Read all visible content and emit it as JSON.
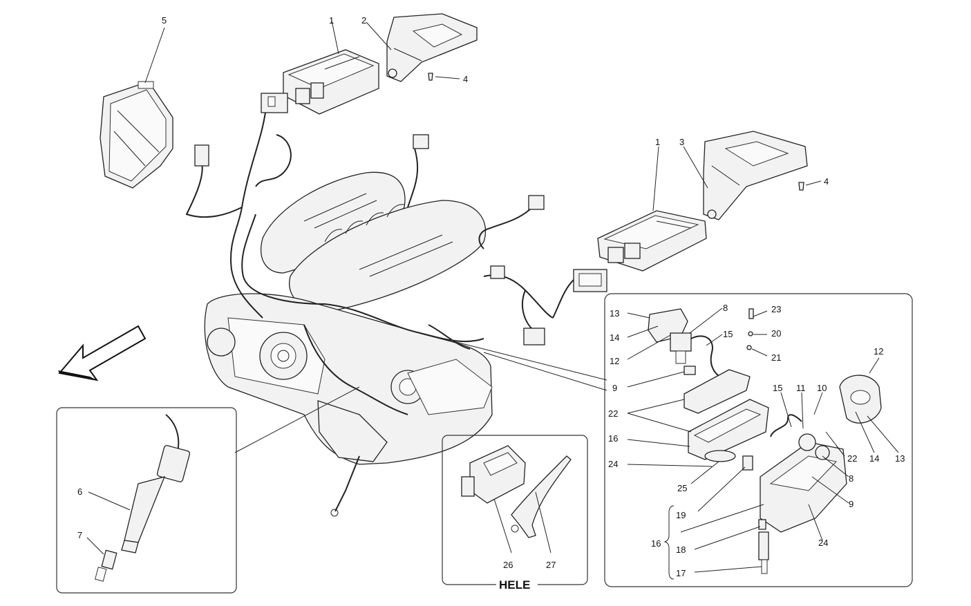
{
  "diagram": {
    "callouts": {
      "c1a": "1",
      "c2": "2",
      "c4a": "4",
      "c5": "5",
      "c1b": "1",
      "c3": "3",
      "c4b": "4",
      "c6": "6",
      "c7": "7",
      "c26": "26",
      "c27": "27",
      "c13a": "13",
      "c14a": "14",
      "c12a": "12",
      "c8a": "8",
      "c15a": "15",
      "c23": "23",
      "c20": "20",
      "c21": "21",
      "c9a": "9",
      "c22a": "22",
      "c16a": "16",
      "c24a": "24",
      "c25": "25",
      "c15b": "15",
      "c11": "11",
      "c10": "10",
      "c12b": "12",
      "c22b": "22",
      "c14b": "14",
      "c13b": "13",
      "c8b": "8",
      "c9b": "9",
      "c19": "19",
      "c24b": "24",
      "c16b": "16",
      "c18": "18",
      "c17": "17"
    },
    "inset_label": "HELE"
  }
}
